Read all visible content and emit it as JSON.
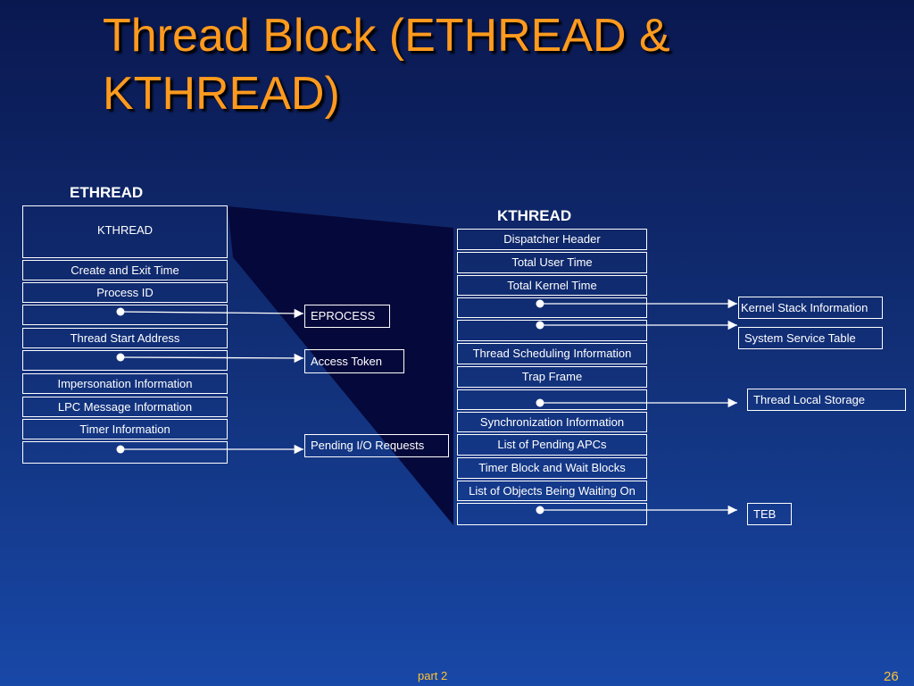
{
  "slide": {
    "title_line1": "Thread Block (ETHREAD &",
    "title_line2": "KTHREAD)",
    "footer_center": "part 2",
    "page_number": "26"
  },
  "colors": {
    "title": "#ff9a1e",
    "footer": "#ffc230",
    "outline": "#ffffff",
    "zoom_shape": "#05083a",
    "background_top": "#0a1850",
    "background_bottom": "#1848a8"
  },
  "ethread": {
    "heading": "ETHREAD",
    "rows": [
      "KTHREAD",
      "Create and Exit Time",
      "Process ID",
      "",
      "Thread Start Address",
      "",
      "Impersonation Information",
      "LPC Message Information",
      "Timer Information",
      ""
    ]
  },
  "kthread": {
    "heading": "KTHREAD",
    "rows": [
      "Dispatcher Header",
      "Total User Time",
      "Total Kernel Time",
      "",
      "",
      "Thread Scheduling Information",
      "Trap Frame",
      "",
      "Synchronization Information",
      "List of Pending APCs",
      "Timer Block and Wait Blocks",
      "List of Objects Being Waiting On",
      ""
    ]
  },
  "targets": {
    "eprocess": "EPROCESS",
    "access_token": "Access Token",
    "pending_io": "Pending I/O Requests",
    "kernel_stack": "Kernel Stack Information",
    "service_table": "System Service Table",
    "tls": "Thread Local Storage",
    "teb": "TEB"
  }
}
